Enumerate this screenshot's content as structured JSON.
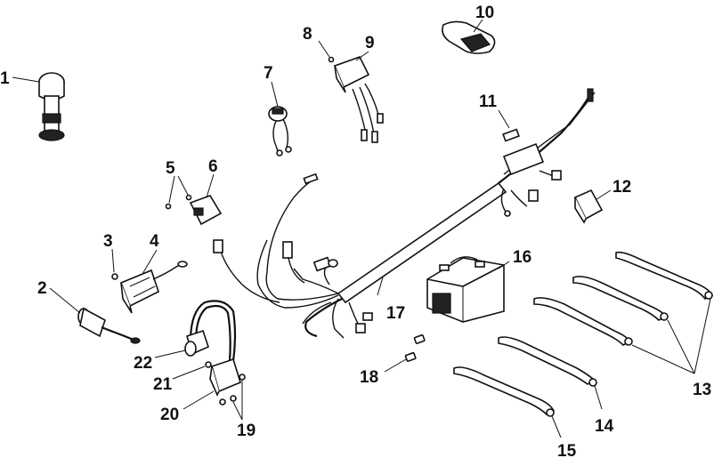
{
  "colors": {
    "ink": "#111111",
    "background": "#ffffff"
  },
  "callouts": {
    "c1": "1",
    "c2": "2",
    "c3": "3",
    "c4": "4",
    "c5": "5",
    "c6": "6",
    "c7": "7",
    "c8": "8",
    "c9": "9",
    "c10": "10",
    "c11": "11",
    "c12": "12",
    "c13": "13",
    "c14": "14",
    "c15": "15",
    "c16": "16",
    "c17": "17",
    "c18": "18",
    "c19": "19",
    "c20": "20",
    "c21": "21",
    "c22": "22"
  }
}
